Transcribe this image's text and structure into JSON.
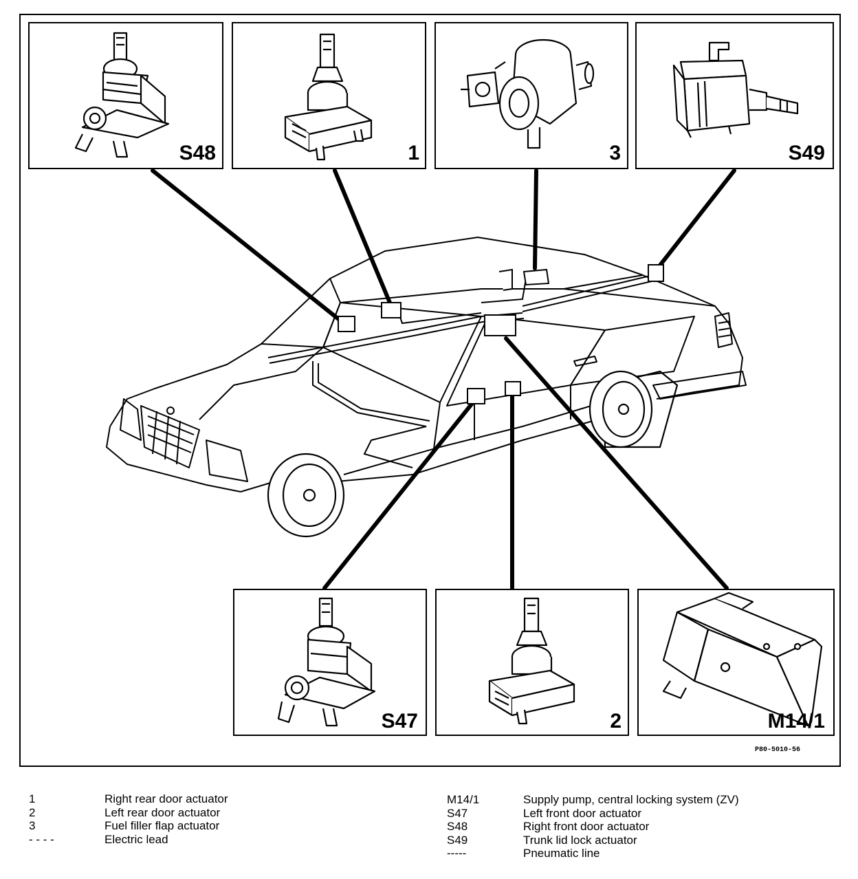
{
  "panels": {
    "s48": "S48",
    "p1": "1",
    "p3": "3",
    "s49": "S49",
    "s47": "S47",
    "p2": "2",
    "m14_1": "M14/1"
  },
  "reference_code": "P80-5010-56",
  "legend_left": [
    {
      "key": "1",
      "desc": "Right rear door actuator"
    },
    {
      "key": "2",
      "desc": "Left rear door actuator"
    },
    {
      "key": "3",
      "desc": "Fuel filler flap actuator"
    },
    {
      "key": "- - - -",
      "desc": "Electric lead"
    }
  ],
  "legend_right": [
    {
      "key": "M14/1",
      "desc": "Supply pump, central locking system (ZV)"
    },
    {
      "key": "S47",
      "desc": "Left front door actuator"
    },
    {
      "key": "S48",
      "desc": "Right front door actuator"
    },
    {
      "key": "S49",
      "desc": "Trunk lid lock actuator"
    },
    {
      "key": "-----",
      "desc": "Pneumatic line"
    }
  ]
}
